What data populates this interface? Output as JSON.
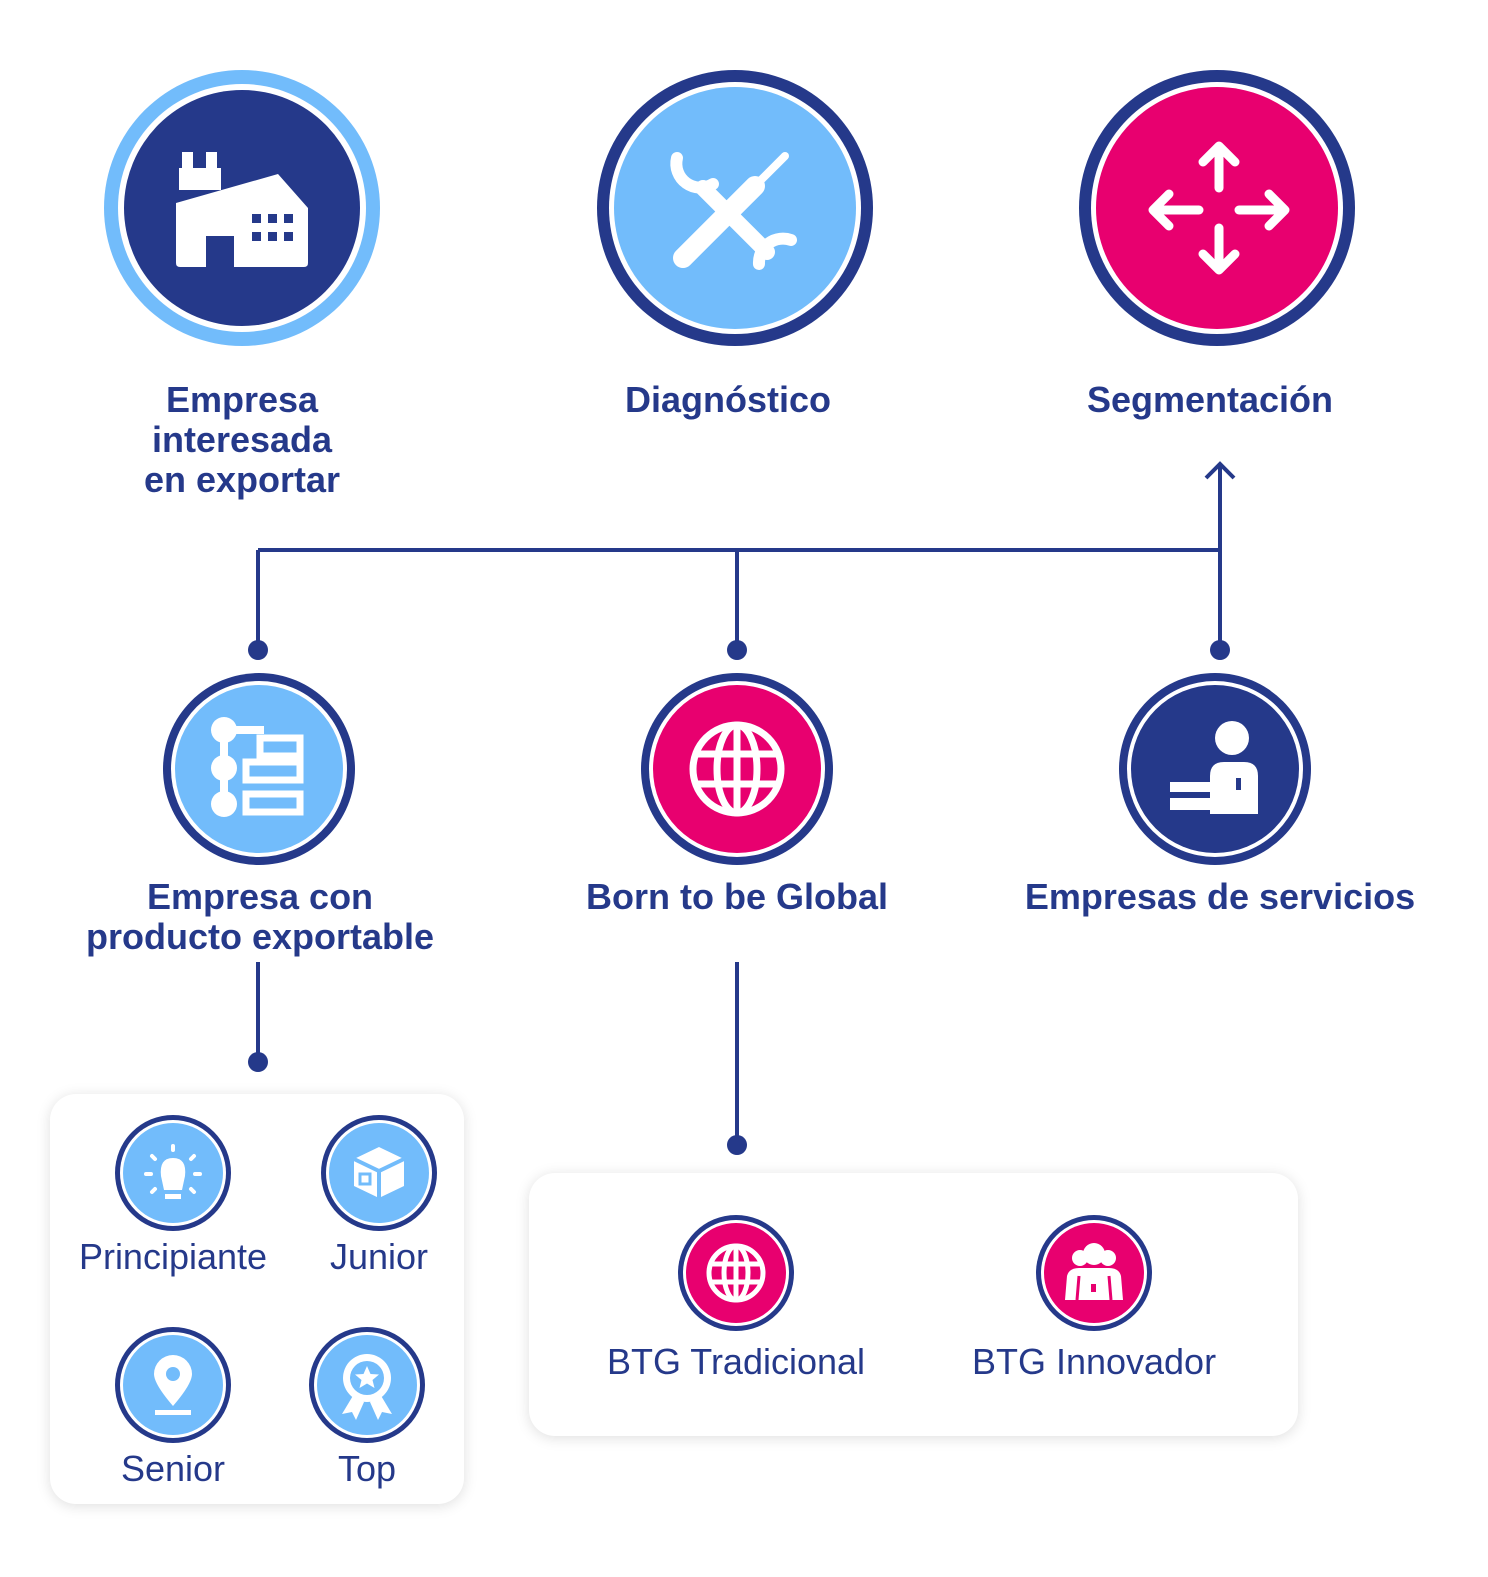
{
  "colors": {
    "navy": "#25398a",
    "light_blue": "#72bcfb",
    "magenta": "#e8006f",
    "white": "#ffffff"
  },
  "top_row": [
    {
      "icon": "factory-icon",
      "label_lines": [
        "Empresa",
        "interesada",
        "en exportar"
      ]
    },
    {
      "icon": "tools-icon",
      "label_lines": [
        "Diagnóstico"
      ]
    },
    {
      "icon": "arrows-expand-icon",
      "label_lines": [
        "Segmentación"
      ]
    }
  ],
  "middle_row": [
    {
      "icon": "flowchart-icon",
      "label_lines": [
        "Empresa con",
        "producto exportable"
      ]
    },
    {
      "icon": "globe-icon",
      "label_lines": [
        "Born to be Global"
      ]
    },
    {
      "icon": "service-desk-icon",
      "label_lines": [
        "Empresas de servicios"
      ]
    }
  ],
  "levels_panel": {
    "items": [
      {
        "icon": "lightbulb-icon",
        "label": "Principiante"
      },
      {
        "icon": "box-icon",
        "label": "Junior"
      },
      {
        "icon": "location-pin-icon",
        "label": "Senior"
      },
      {
        "icon": "award-icon",
        "label": "Top"
      }
    ]
  },
  "btg_panel": {
    "items": [
      {
        "icon": "globe-icon",
        "label": "BTG Tradicional"
      },
      {
        "icon": "people-group-icon",
        "label": "BTG Innovador"
      }
    ]
  }
}
